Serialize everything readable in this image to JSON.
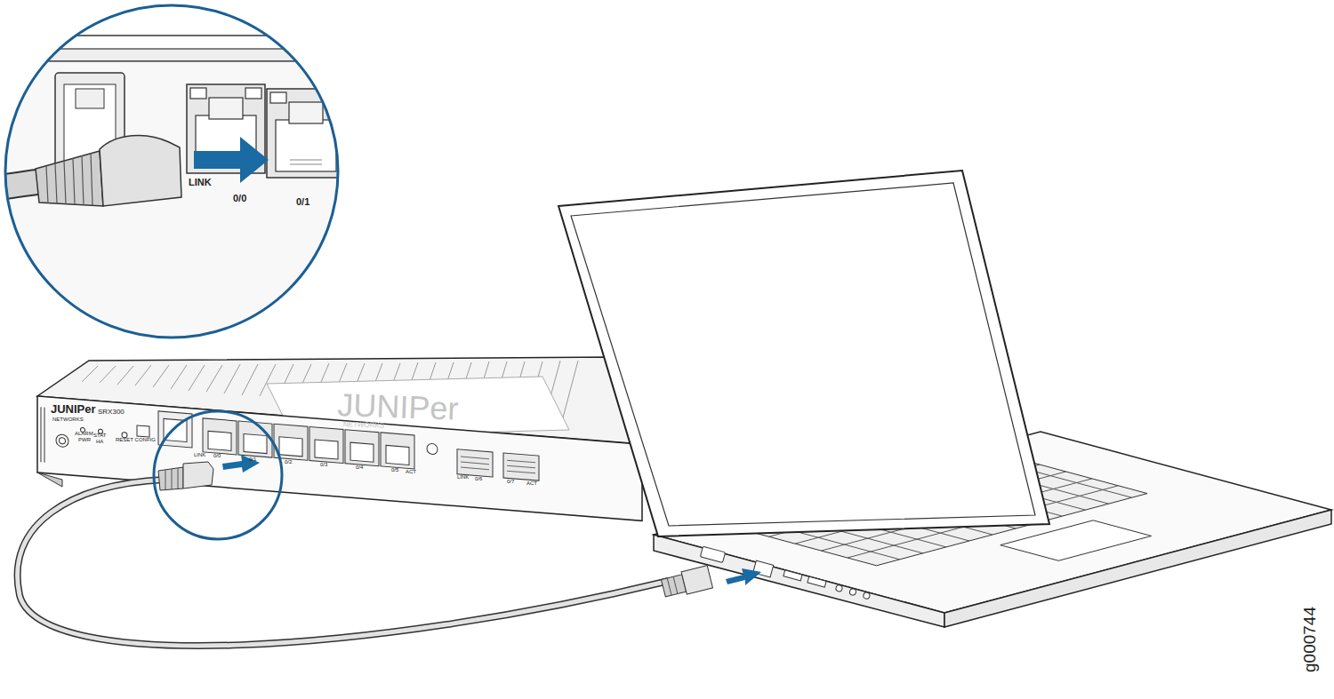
{
  "diagram": {
    "labels": [
      "LINK",
      "0/0",
      "0/1",
      "JUNIPer",
      "NETWORKS",
      "SRX300",
      "ALARM",
      "PWR",
      "STAT",
      "HA",
      "RESET CONFIG",
      "LINK",
      "0/0",
      "0/1",
      "0/2",
      "0/3",
      "0/4",
      "0/5",
      "ACT",
      "LINK",
      "0/6",
      "0/7",
      "ACT",
      "JUNIPer",
      "NETWORKS",
      "g000744"
    ]
  }
}
